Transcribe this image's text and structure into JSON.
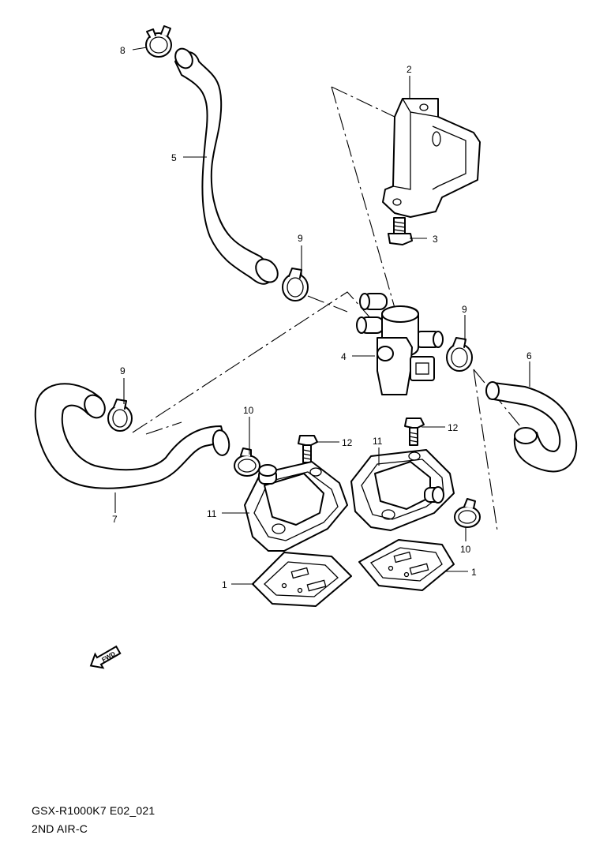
{
  "callouts": {
    "c1a": "1",
    "c1b": "1",
    "c2": "2",
    "c3": "3",
    "c4": "4",
    "c5": "5",
    "c6": "6",
    "c7": "7",
    "c8": "8",
    "c9a": "9",
    "c9b": "9",
    "c9c": "9",
    "c10a": "10",
    "c10b": "10",
    "c11a": "11",
    "c11b": "11",
    "c12a": "12",
    "c12b": "12"
  },
  "fwd_mark": "FWD",
  "caption": {
    "model": "GSX-R1000K7 E02_021",
    "title": "2ND AIR-C"
  }
}
